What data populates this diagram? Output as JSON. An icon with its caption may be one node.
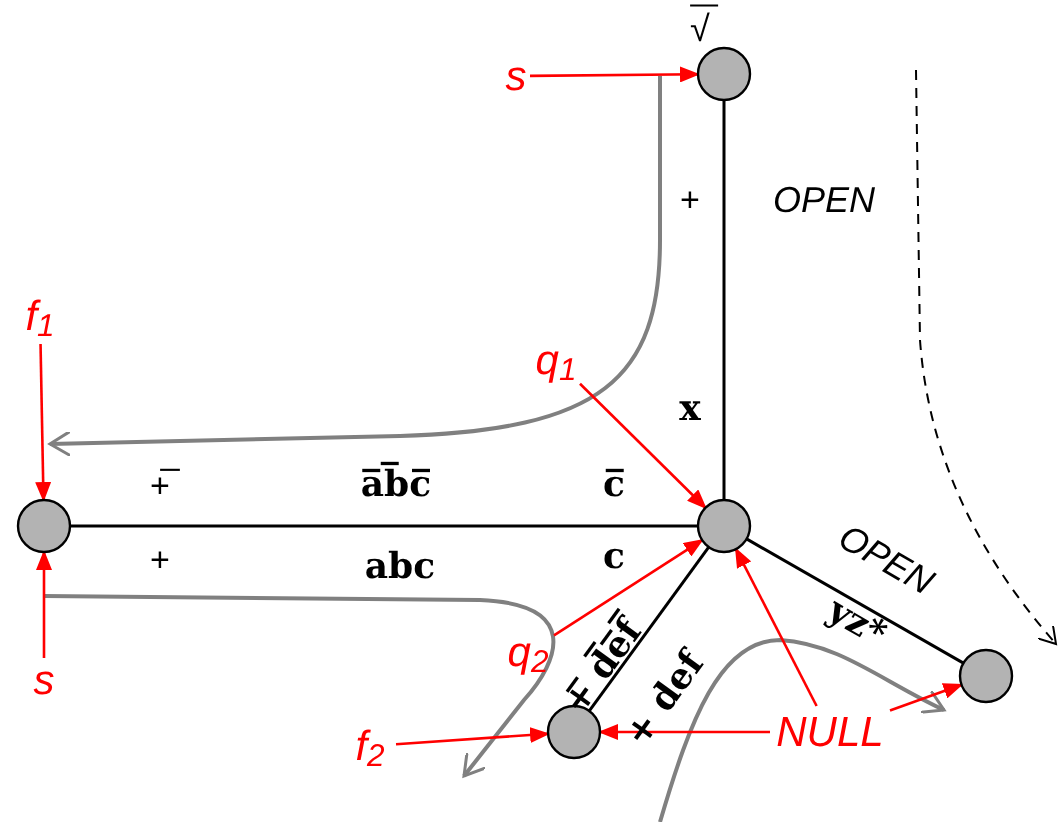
{
  "diagram": {
    "nodes": [
      {
        "text": [],
        "shape": "circle"
      },
      {
        "text": [],
        "shape": "circle"
      },
      {
        "text": [],
        "shape": "circle"
      },
      {
        "text": [],
        "shape": "circle"
      },
      {
        "text": [],
        "shape": "circle"
      },
      {
        "text": [
          "s"
        ]
      },
      {
        "text": [
          "f$_{1}$"
        ]
      },
      {
        "text": [
          "q$_{1}$"
        ]
      },
      {
        "text": [
          "s"
        ]
      },
      {
        "text": [
          "q$_{2}$"
        ]
      },
      {
        "text": [
          "f$_{2}$"
        ]
      },
      {
        "text": [
          "NULL"
        ]
      }
    ],
    "edges": [
      {
        "from": 0,
        "to": 1,
        "arrow": "none",
        "color": "#000000"
      },
      {
        "from": 2,
        "to": 1,
        "arrow": "none",
        "color": "#000000"
      },
      {
        "from": 1,
        "to": 3,
        "arrow": "none",
        "color": "#000000"
      },
      {
        "from": 1,
        "to": 4,
        "arrow": "none",
        "color": "#000000"
      },
      {
        "from": 5,
        "to": 0,
        "arrow": "to"
      },
      {
        "from": 6,
        "to": 2,
        "arrow": "to"
      },
      {
        "from": 7,
        "to": 1,
        "arrow": "to"
      },
      {
        "from": 8,
        "to": 2,
        "arrow": "to"
      },
      {
        "from": 9,
        "to": 1,
        "arrow": "to"
      },
      {
        "from": 10,
        "to": 3,
        "arrow": "to"
      },
      {
        "from": 11,
        "to": 3,
        "arrow": "to"
      },
      {
        "from": 11,
        "to": 1,
        "arrow": "to"
      },
      {
        "from": 11,
        "to": 4,
        "arrow": "to"
      }
    ],
    "labels": [
      "√",
      "+",
      "OPEN",
      "x",
      "+̅",
      "a̅b̅c̅",
      "c̅",
      "+",
      "abc",
      "c",
      "+̅ d̅e̅f̅",
      "+ def",
      "OPEN",
      "yz*"
    ]
  }
}
